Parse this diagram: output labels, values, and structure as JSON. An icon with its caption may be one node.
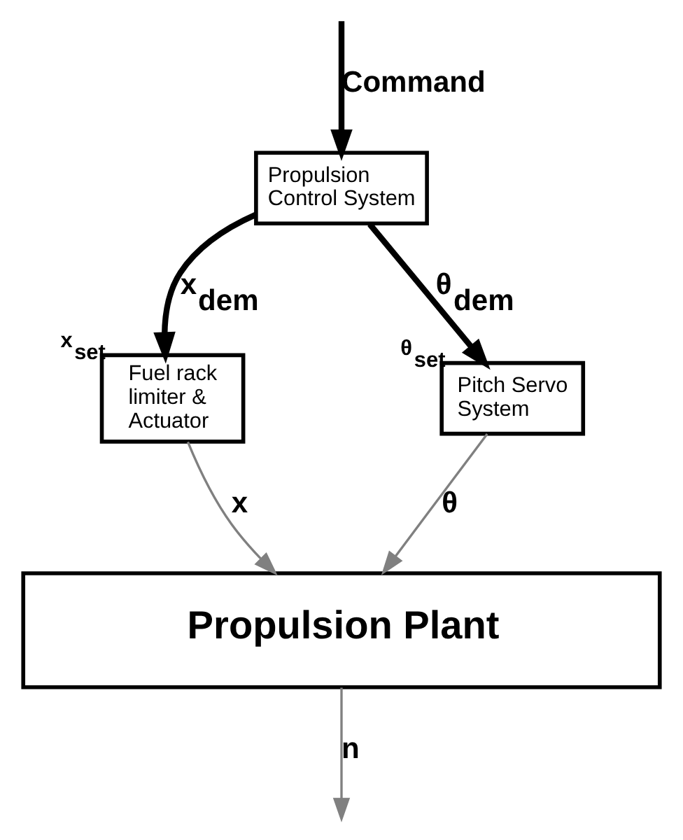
{
  "diagram": {
    "nodes": [
      {
        "text": [
          "Propulsion Control System"
        ]
      },
      {
        "text": [
          "Fuel rack limiter & Actuator"
        ],
        "beside": [
          "x$_{set}$"
        ]
      },
      {
        "text": [
          "Pitch Servo System"
        ],
        "beside": [
          "θ$_{set}$"
        ]
      },
      {
        "text": [
          "Propulsion Plant"
        ]
      }
    ],
    "edges": [
      {
        "from": null,
        "to": 0,
        "arrow": "to",
        "label": "Command",
        "style": "thick"
      },
      {
        "from": 0,
        "to": 1,
        "arrow": "to",
        "label": "x$_{dem}$",
        "style": "thick"
      },
      {
        "from": 0,
        "to": 2,
        "arrow": "to",
        "label": "θ$_{dem}$",
        "style": "thick"
      },
      {
        "from": 1,
        "to": 3,
        "arrow": "to",
        "label": "x",
        "color": "#808080"
      },
      {
        "from": 2,
        "to": 3,
        "arrow": "to",
        "label": "θ",
        "color": "#808080"
      },
      {
        "from": 3,
        "to": null,
        "arrow": "to",
        "label": "n",
        "color": "#808080"
      }
    ]
  }
}
